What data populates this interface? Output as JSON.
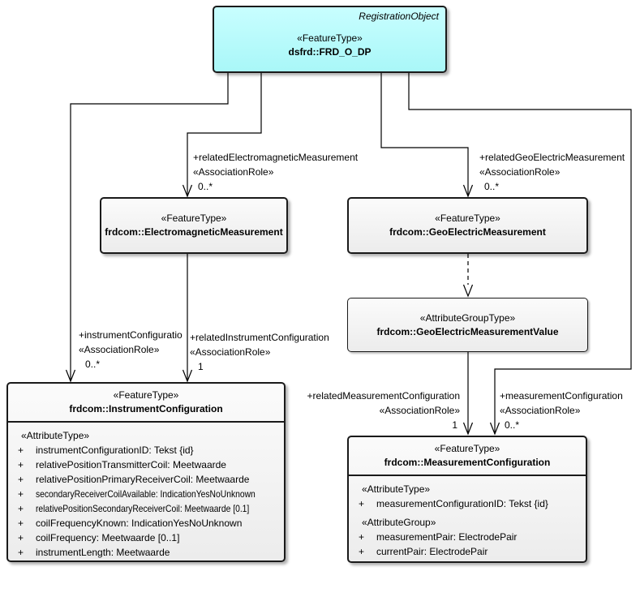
{
  "colors": {
    "accent_fill": "#aef8f8",
    "box_fill": "#eeeeee",
    "border": "#1a1a1a"
  },
  "classes": {
    "frd": {
      "tag": "RegistrationObject",
      "stereotype": "«FeatureType»",
      "name": "dsfrd::FRD_O_DP"
    },
    "em": {
      "stereotype": "«FeatureType»",
      "name": "frdcom::ElectromagneticMeasurement"
    },
    "ge": {
      "stereotype": "«FeatureType»",
      "name": "frdcom::GeoElectricMeasurement"
    },
    "gev": {
      "stereotype": "«AttributeGroupType»",
      "name": "frdcom::GeoElectricMeasurementValue"
    },
    "ic": {
      "stereotype": "«FeatureType»",
      "name": "frdcom::InstrumentConfiguration",
      "attr_header": "«AttributeType»",
      "rows": [
        {
          "vis": "+",
          "text": "instrumentConfigurationID: Tekst {id}"
        },
        {
          "vis": "+",
          "text": "relativePositionTransmitterCoil: Meetwaarde"
        },
        {
          "vis": "+",
          "text": "relativePositionPrimaryReceiverCoil: Meetwaarde"
        },
        {
          "vis": "+",
          "text": "secondaryReceiverCoilAvailable: IndicationYesNoUnknown"
        },
        {
          "vis": "+",
          "text": "relativePositionSecondaryReceiverCoil: Meetwaarde [0.1]"
        },
        {
          "vis": "+",
          "text": "coilFrequencyKnown: IndicationYesNoUnknown"
        },
        {
          "vis": "+",
          "text": "coilFrequency: Meetwaarde [0..1]"
        },
        {
          "vis": "+",
          "text": "instrumentLength: Meetwaarde"
        }
      ]
    },
    "mc": {
      "stereotype": "«FeatureType»",
      "name": "frdcom::MeasurementConfiguration",
      "attr_header": "«AttributeType»",
      "rows": [
        {
          "vis": "+",
          "text": "measurementConfigurationID: Tekst {id}"
        }
      ],
      "group_header": "«AttributeGroup»",
      "group_rows": [
        {
          "vis": "+",
          "text": "measurementPair: ElectrodePair"
        },
        {
          "vis": "+",
          "text": "currentPair: ElectrodePair"
        }
      ]
    }
  },
  "connector_labels": {
    "em_role": {
      "role": "+relatedElectromagneticMeasurement",
      "stereotype": "«AssociationRole»",
      "multiplicity": "0..*"
    },
    "ge_role": {
      "role": "+relatedGeoElectricMeasurement",
      "stereotype": "«AssociationRole»",
      "multiplicity": "0..*"
    },
    "ic_role_left": {
      "role": "+instrumentConfiguratio",
      "stereotype": "«AssociationRole»",
      "multiplicity": "0..*"
    },
    "ic_role_right": {
      "role": "+relatedInstrumentConfiguration",
      "stereotype": "«AssociationRole»",
      "multiplicity": "1"
    },
    "mc_role_left": {
      "role": "+relatedMeasurementConfiguration",
      "stereotype": "«AssociationRole»",
      "multiplicity": "1"
    },
    "mc_role_right": {
      "role": "+measurementConfiguration",
      "stereotype": "«AssociationRole»",
      "multiplicity": "0..*"
    }
  }
}
